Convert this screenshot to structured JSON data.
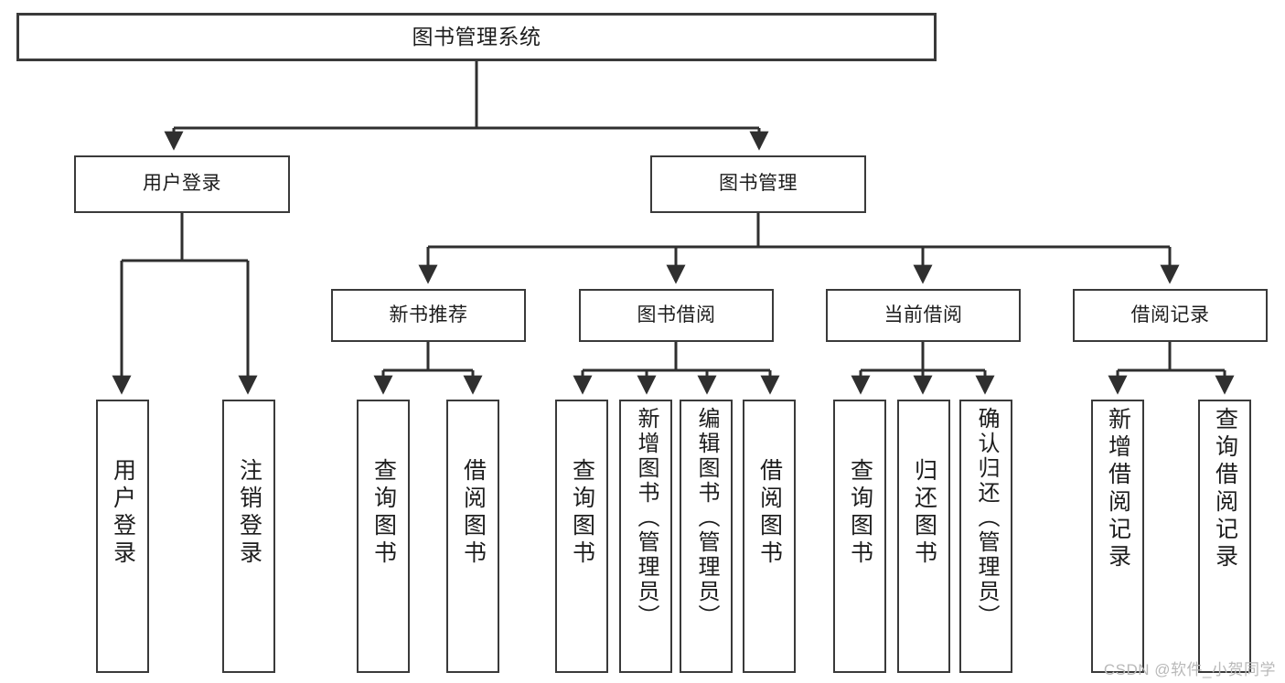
{
  "diagram": {
    "type": "tree-hierarchy",
    "title": "图书管理系统",
    "watermark": "CSDN @软件_小贺同学",
    "colors": {
      "background": "#ffffff",
      "box_border": "#3a3a3a",
      "connector": "#2f2f2f",
      "text": "#1d1d1d",
      "watermark": "#b9b9b9"
    },
    "root": {
      "label": "图书管理系统"
    },
    "level2": [
      {
        "label": "用户登录"
      },
      {
        "label": "图书管理"
      }
    ],
    "level3": [
      {
        "label": "新书推荐"
      },
      {
        "label": "图书借阅"
      },
      {
        "label": "当前借阅"
      },
      {
        "label": "借阅记录"
      }
    ],
    "leaves": {
      "user_login": [
        {
          "label": "用户登录"
        },
        {
          "label": "注销登录"
        }
      ],
      "new_book_recommend": [
        {
          "label": "查询图书"
        },
        {
          "label": "借阅图书"
        }
      ],
      "book_borrow": [
        {
          "label": "查询图书"
        },
        {
          "label": "新增图书（管理员）"
        },
        {
          "label": "编辑图书（管理员）"
        },
        {
          "label": "借阅图书"
        }
      ],
      "current_borrow": [
        {
          "label": "查询图书"
        },
        {
          "label": "归还图书"
        },
        {
          "label": "确认归还（管理员）"
        }
      ],
      "borrow_record": [
        {
          "label": "新增借阅记录"
        },
        {
          "label": "查询借阅记录"
        }
      ]
    }
  }
}
